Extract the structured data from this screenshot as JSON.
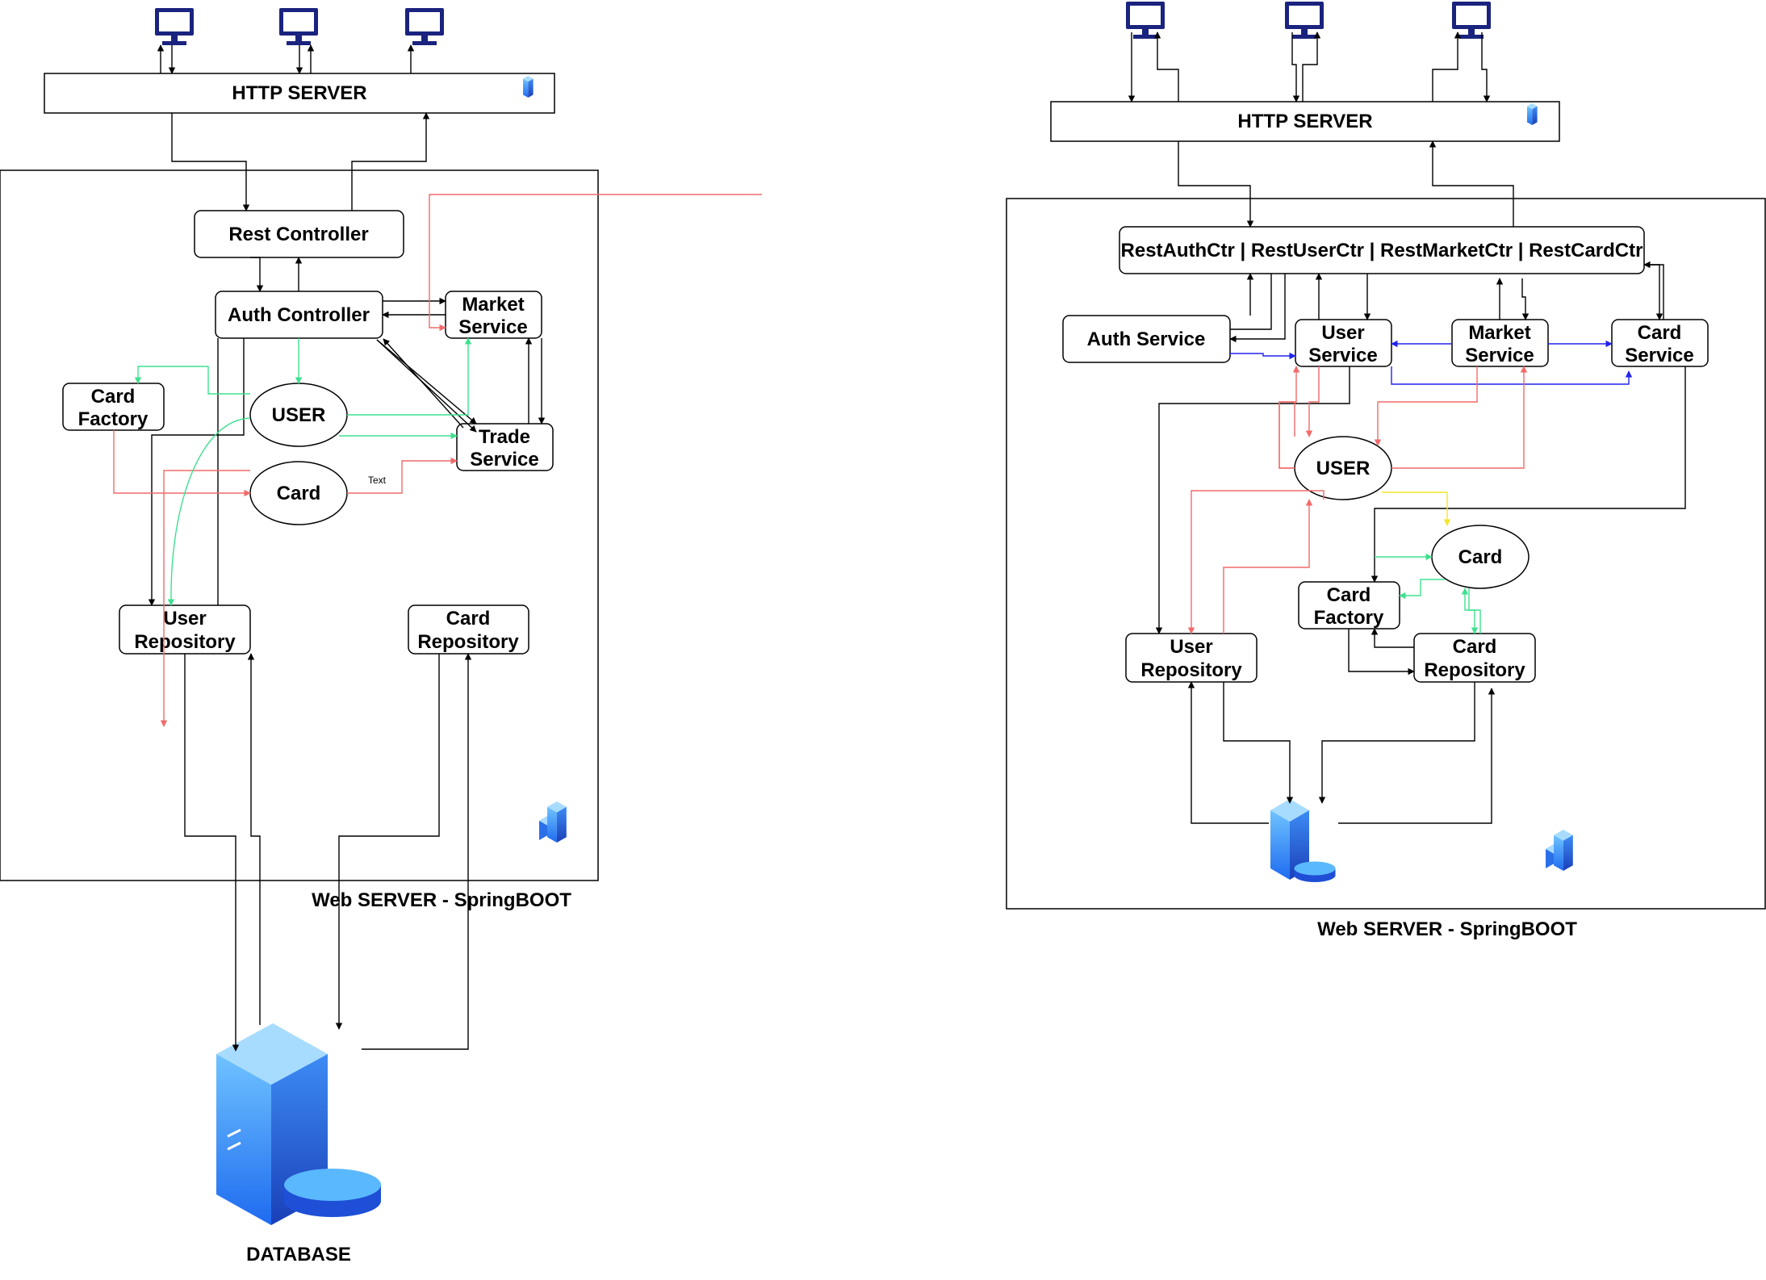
{
  "colors": {
    "black": "#000000",
    "red": "#f26a6a",
    "green": "#3fe08f",
    "blue": "#2222ee",
    "yellow": "#f5e52a",
    "monitor": "#1a237e",
    "server_light": "#5ab8ff",
    "server_dark": "#1e4fd6"
  },
  "icons": [
    "monitor-icon",
    "server-icon",
    "server-rack-icon",
    "database-server-icon"
  ],
  "left": {
    "http_server": "HTTP SERVER",
    "rest_controller": "Rest Controller",
    "auth_controller": "Auth Controller",
    "market_service": [
      "Market",
      "Service"
    ],
    "card_factory": [
      "Card",
      "Factory"
    ],
    "user": "USER",
    "card": "Card",
    "trade_service": [
      "Trade",
      "Service"
    ],
    "small_text": "Text",
    "user_repository": [
      "User",
      "Repository"
    ],
    "card_repository": [
      "Card",
      "Repository"
    ],
    "caption": "Web SERVER - SpringBOOT",
    "database": "DATABASE"
  },
  "right": {
    "http_server": "HTTP SERVER",
    "rest_ctrs": "RestAuthCtr | RestUserCtr | RestMarketCtr | RestCardCtr",
    "auth_service": "Auth Service",
    "user_service": [
      "User",
      "Service"
    ],
    "market_service": [
      "Market",
      "Service"
    ],
    "card_service": [
      "Card",
      "Service"
    ],
    "user": "USER",
    "card": "Card",
    "card_factory": [
      "Card",
      "Factory"
    ],
    "user_repository": [
      "User",
      "Repository"
    ],
    "card_repository": [
      "Card",
      "Repository"
    ],
    "caption": "Web SERVER - SpringBOOT"
  }
}
